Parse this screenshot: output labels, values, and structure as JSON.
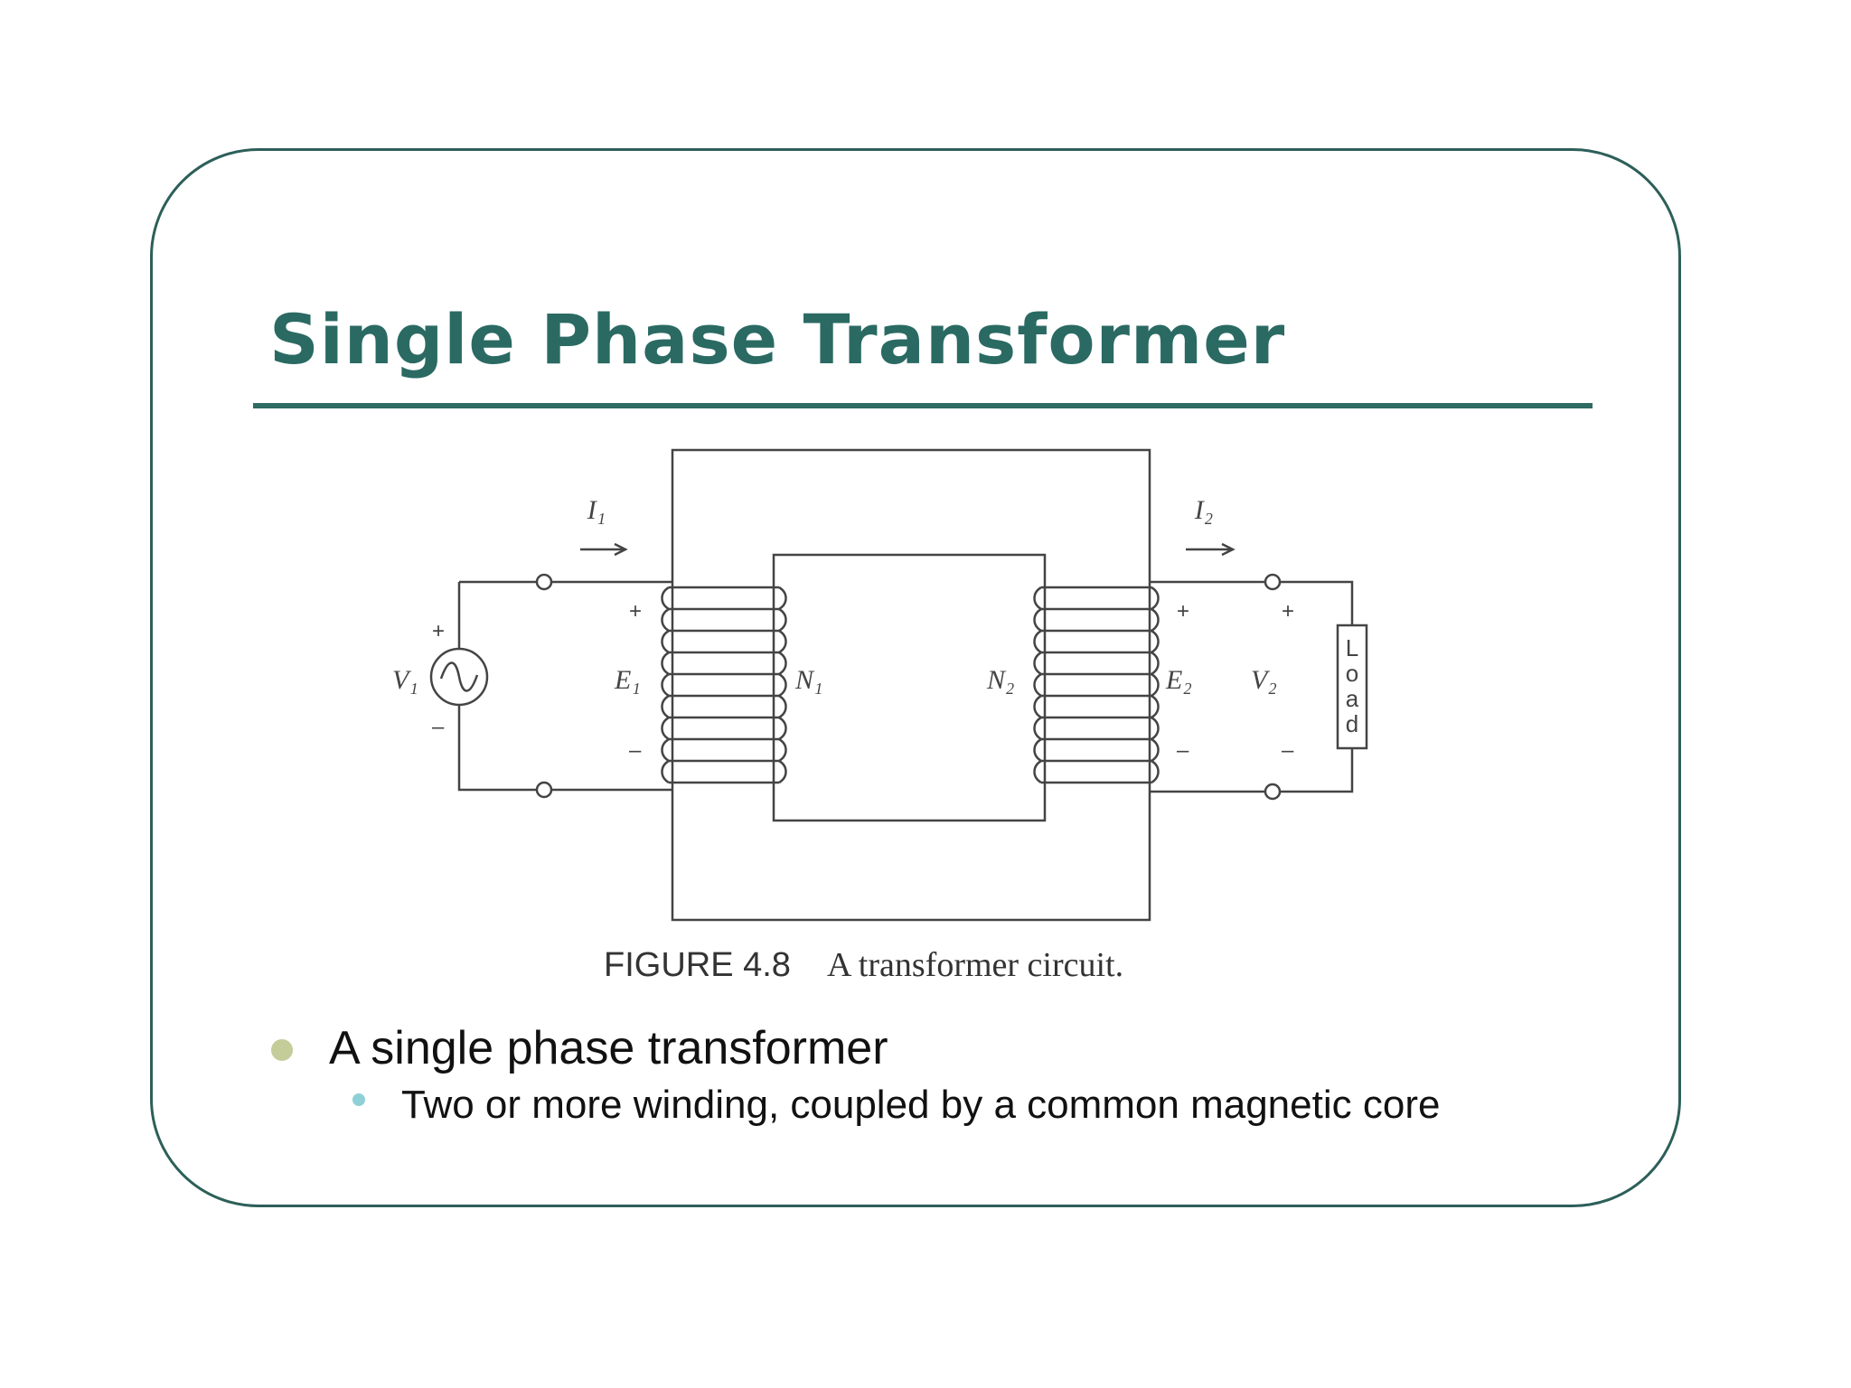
{
  "slide": {
    "title": "Single Phase Transformer",
    "bullets": [
      {
        "text": "A single phase transformer",
        "level": 1
      },
      {
        "text": "Two or more winding, coupled by a common magnetic core",
        "level": 2
      }
    ]
  },
  "figure": {
    "caption_label": "FIGURE 4.8",
    "caption_text": "A transformer circuit.",
    "labels": {
      "I1": "I₁",
      "I2": "I₂",
      "V1": "V₁",
      "V2": "V₂",
      "E1": "E₁",
      "E2": "E₂",
      "N1": "N₁",
      "N2": "N₂",
      "load": [
        "L",
        "o",
        "a",
        "d"
      ],
      "plus": "+",
      "minus": "–"
    }
  },
  "colors": {
    "title": "#2a6a63",
    "frame": "#2d5f59",
    "bullet1": "#c4cc9a",
    "bullet2": "#8fd0d6"
  }
}
